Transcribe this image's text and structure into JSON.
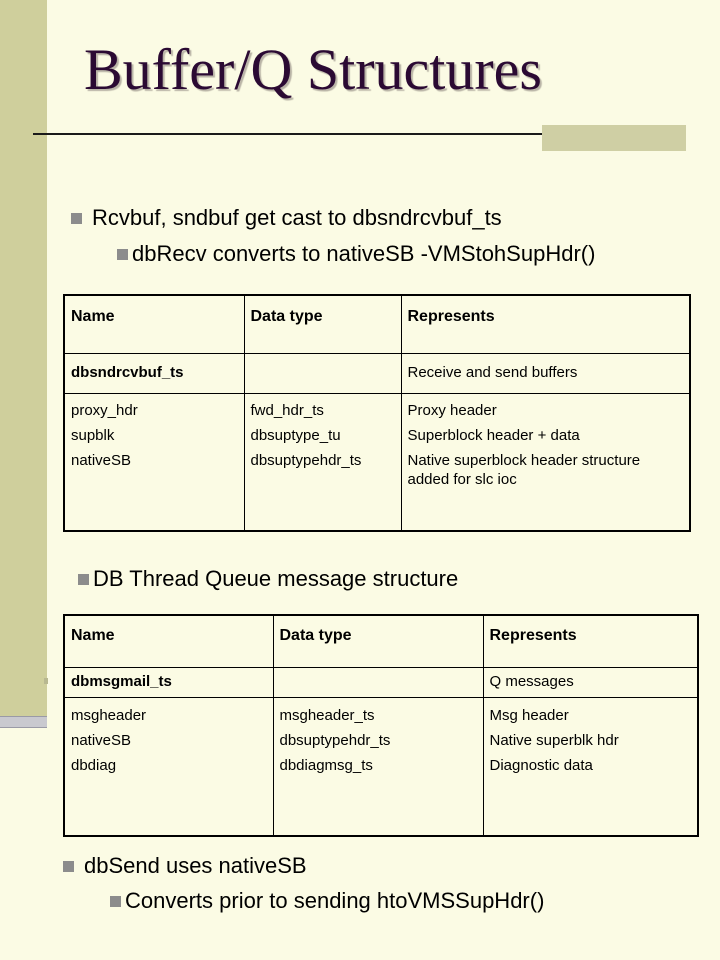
{
  "title": "Buffer/Q Structures",
  "bullets_top": [
    {
      "level": 1,
      "text": "Rcvbuf, sndbuf get cast to dbsndrcvbuf_ts"
    },
    {
      "level": 2,
      "text": "dbRecv converts to nativeSB -VMStohSupHdr()"
    }
  ],
  "table1": {
    "headers": [
      "Name",
      "Data type",
      "Represents"
    ],
    "summary": {
      "name": "dbsndrcvbuf_ts",
      "type": "",
      "represents": "Receive and send buffers"
    },
    "names": [
      "proxy_hdr",
      "supblk",
      "nativeSB"
    ],
    "types": [
      "fwd_hdr_ts",
      "dbsuptype_tu",
      "dbsuptypehdr_ts"
    ],
    "represents": [
      "Proxy header",
      "Superblock header + data",
      "Native superblock header structure added for slc ioc"
    ]
  },
  "bullet_mid": {
    "level": 2,
    "text": "DB Thread Queue message structure"
  },
  "table2": {
    "headers": [
      "Name",
      "Data type",
      "Represents"
    ],
    "summary": {
      "name": "dbmsgmail_ts",
      "type": "",
      "represents": "Q messages"
    },
    "names": [
      "msgheader",
      "nativeSB",
      "dbdiag"
    ],
    "types": [
      "msgheader_ts",
      "dbsuptypehdr_ts",
      "dbdiagmsg_ts"
    ],
    "represents": [
      "Msg header",
      "Native superblk hdr",
      "Diagnostic data"
    ]
  },
  "bullets_bottom": [
    {
      "level": 1,
      "text": "dbSend uses nativeSB"
    },
    {
      "level": 2,
      "text": "Converts prior to sending htoVMSSupHdr()"
    }
  ],
  "colors": {
    "background": "#fbfbe4",
    "left_band": "#cfcf9c",
    "title_text": "#2b0a33",
    "bullet_marker": "#8c8c8c",
    "accent_bar": "#cfcfa4"
  }
}
